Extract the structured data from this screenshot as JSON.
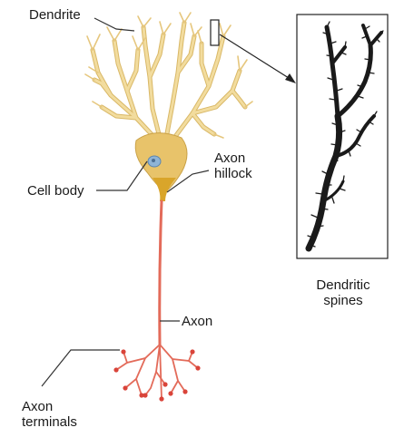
{
  "labels": {
    "dendrite": "Dendrite",
    "cell_body": "Cell body",
    "axon_hillock_1": "Axon",
    "axon_hillock_2": "hillock",
    "axon": "Axon",
    "axon_terminals_1": "Axon",
    "axon_terminals_2": "terminals",
    "dendritic_spines_1": "Dendritic",
    "dendritic_spines_2": "spines"
  },
  "colors": {
    "dendrite_fill": "#f2dc9e",
    "dendrite_stroke": "#d9b867",
    "soma_fill": "#e8c36a",
    "hillock": "#d9a52a",
    "nucleus": "#8fb4d6",
    "axon": "#e36b5a",
    "terminal_tip": "#d9443a",
    "spine_branch": "#1a1a1a",
    "label_line": "#333333"
  }
}
